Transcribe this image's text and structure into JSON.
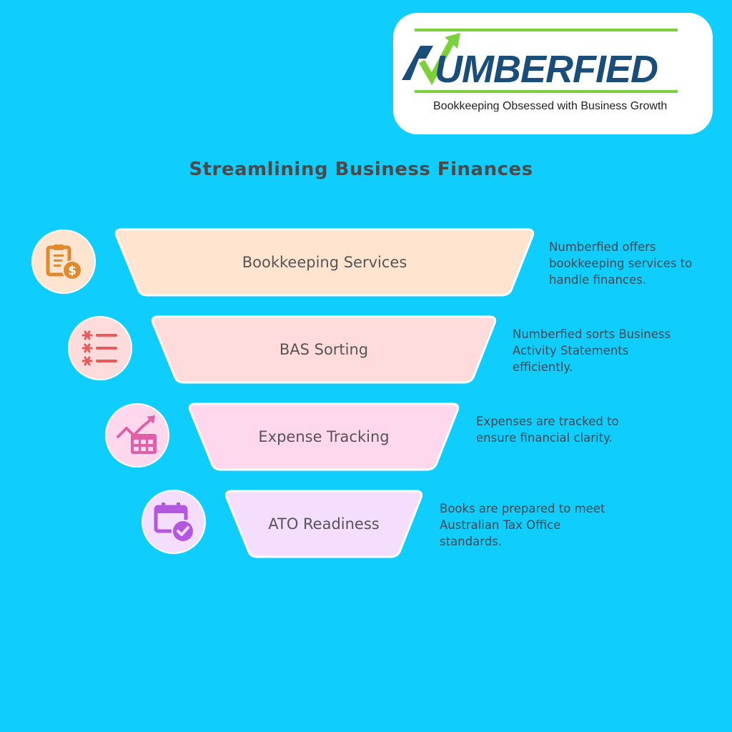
{
  "brand": {
    "name": "NUMBERFIED",
    "name_rest": "UMBERFIED",
    "tagline": "Bookkeeping Obsessed with Business Growth",
    "colors": {
      "navy": "#1a4e7a",
      "green": "#7bd13a"
    }
  },
  "title": "Streamlining Business Finances",
  "background": "#0fcdfd",
  "stages": [
    {
      "label": "Bookkeeping Services",
      "icon": "clipboard-dollar-icon",
      "fill": "#ffe5cf",
      "accent": "#e08a30",
      "description": "Numberfied offers bookkeeping services to handle finances."
    },
    {
      "label": "BAS Sorting",
      "icon": "asterisk-list-icon",
      "fill": "#ffdcdb",
      "accent": "#e85a5a",
      "description": "Numberfied sorts Business Activity Statements efficiently."
    },
    {
      "label": "Expense Tracking",
      "icon": "chart-table-icon",
      "fill": "#ffd8ee",
      "accent": "#e060a8",
      "description": "Expenses are tracked to ensure financial clarity."
    },
    {
      "label": "ATO Readiness",
      "icon": "calendar-check-icon",
      "fill": "#f5defd",
      "accent": "#b356e0",
      "description": "Books are prepared to meet Australian Tax Office standards."
    }
  ]
}
